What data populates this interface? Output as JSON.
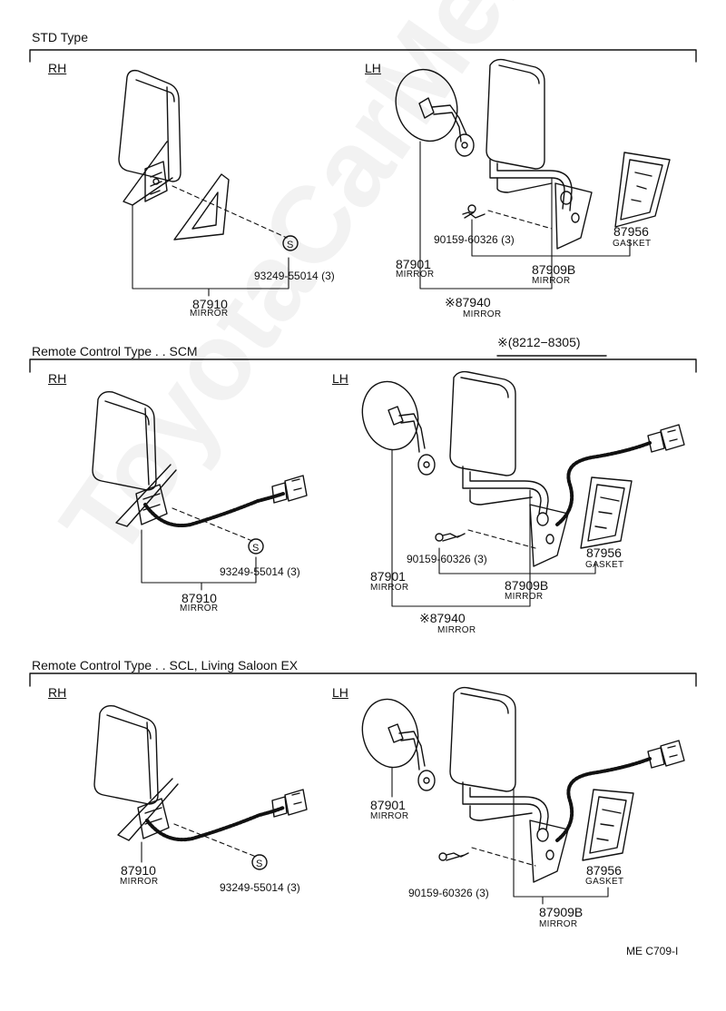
{
  "watermark": "ToyotaCarMen.ru",
  "sections": {
    "std": {
      "title": "STD Type",
      "rh": "RH",
      "lh": "LH",
      "rh_mirror_pn": "87910",
      "rh_mirror_desc": "MIRROR",
      "rh_screw": "93249-55014 (3)",
      "lh_mirror_pn": "87901",
      "lh_mirror_desc": "MIRROR",
      "lh_bolt": "90159-60326 (3)",
      "gasket_pn": "87956",
      "gasket_desc": "GASKET",
      "arm_pn": "87909B",
      "arm_desc": "MIRROR",
      "assy_pn": "※87940",
      "assy_desc": "MIRROR"
    },
    "scm": {
      "title": "Remote Control Type . . SCM",
      "date_range": "※(8212−8305)",
      "rh": "RH",
      "lh": "LH",
      "rh_screw": "93249-55014 (3)",
      "rh_mirror_pn": "87910",
      "rh_mirror_desc": "MIRROR",
      "lh_mirror_pn": "87901",
      "lh_mirror_desc": "MIRROR",
      "lh_bolt": "90159-60326 (3)",
      "gasket_pn": "87956",
      "gasket_desc": "GASKET",
      "arm_pn": "87909B",
      "arm_desc": "MIRROR",
      "assy_pn": "※87940",
      "assy_desc": "MIRROR"
    },
    "scl": {
      "title": "Remote Control Type . . SCL, Living Saloon EX",
      "rh": "RH",
      "lh": "LH",
      "rh_mirror_pn": "87910",
      "rh_mirror_desc": "MIRROR",
      "rh_screw": "93249-55014 (3)",
      "lh_mirror_pn": "87901",
      "lh_mirror_desc": "MIRROR",
      "lh_bolt": "90159-60326 (3)",
      "gasket_pn": "87956",
      "gasket_desc": "GASKET",
      "arm_pn": "87909B",
      "arm_desc": "MIRROR"
    }
  },
  "footer_ref": "ME C709-I",
  "colors": {
    "ink": "#111111",
    "paper": "#ffffff",
    "watermark": "#000000"
  }
}
